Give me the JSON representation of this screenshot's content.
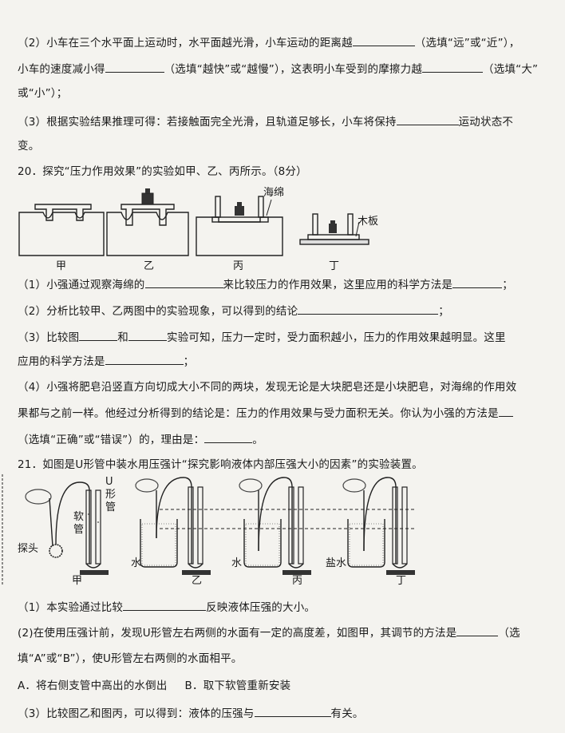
{
  "q19": {
    "p2_l1": "（2）小车在三个水平面上运动时，水平面越光滑，小车运动的距离越",
    "p2_l1b": "（选填“远”或“近”），",
    "p2_l2a": "小车的速度减小得",
    "p2_l2b": "（选填“越快”或“越慢”），这表明小车受到的摩擦力越",
    "p2_l2c": "（选填“大”",
    "p2_l3": "或“小”）；",
    "p3_l1a": "（3）根据实验结果推理可得：若接触面完全光滑，且轨道足够长，小车将保持",
    "p3_l1b": "运动状态不",
    "p3_l2": "变。"
  },
  "q20": {
    "title": "20．探究“压力作用效果”的实验如甲、乙、丙所示。（8分）",
    "fig_labels": [
      "甲",
      "乙",
      "丙",
      "丁"
    ],
    "sponge_label": "海绵",
    "board_label": "木板",
    "p1a": "（1）小强通过观察海绵的",
    "p1b": "来比较压力的作用效果，这里应用的科学方法是",
    "p1c": "；",
    "p2a": "（2）分析比较甲、乙两图中的实验现象，可以得到的结论",
    "p2b": "；",
    "p3a": "（3）比较图",
    "p3b": "和",
    "p3c": "实验可知，压力一定时，受力面积越小，压力的作用效果越明显。这里",
    "p3d": "应用的科学方法是",
    "p3e": "；",
    "p4_l1": "（4）小强将肥皂沿竖直方向切成大小不同的两块，发现无论是大块肥皂还是小块肥皂，对海绵的作用效",
    "p4_l2a": "果都与之前一样。他经过分析得到的结论是：压力的作用效果与受力面积无关。你认为小强的方法是",
    "p4_l3a": "（选填“正确”或“错误”）的，理由是：",
    "p4_l3b": "。"
  },
  "q21": {
    "title": "21．如图是U形管中装水用压强计“探究影响液体内部压强大小的因素”的实验装置。",
    "fig_labels": [
      "甲",
      "乙",
      "丙",
      "丁"
    ],
    "label_probe": "探头",
    "label_tube": "软管",
    "label_u": "U形管",
    "label_water": "水",
    "label_water2": "水",
    "label_brine": "盐水",
    "p1a": "（1）本实验通过比较",
    "p1b": "反映液体压强的大小。",
    "p2a": "(2)在使用压强计前，发现U形管左右两侧的水面有一定的高度差，如图甲，其调节的方法是",
    "p2b": "（选",
    "p2c": "填“A”或“B”），使U形管左右两侧的水面相平。",
    "optA": "A．将右侧支管中高出的水倒出",
    "optB": "B．取下软管重新安装",
    "p3a": "（3）比较图乙和图丙，可以得到：液体的压强与",
    "p3b": "有关。"
  }
}
